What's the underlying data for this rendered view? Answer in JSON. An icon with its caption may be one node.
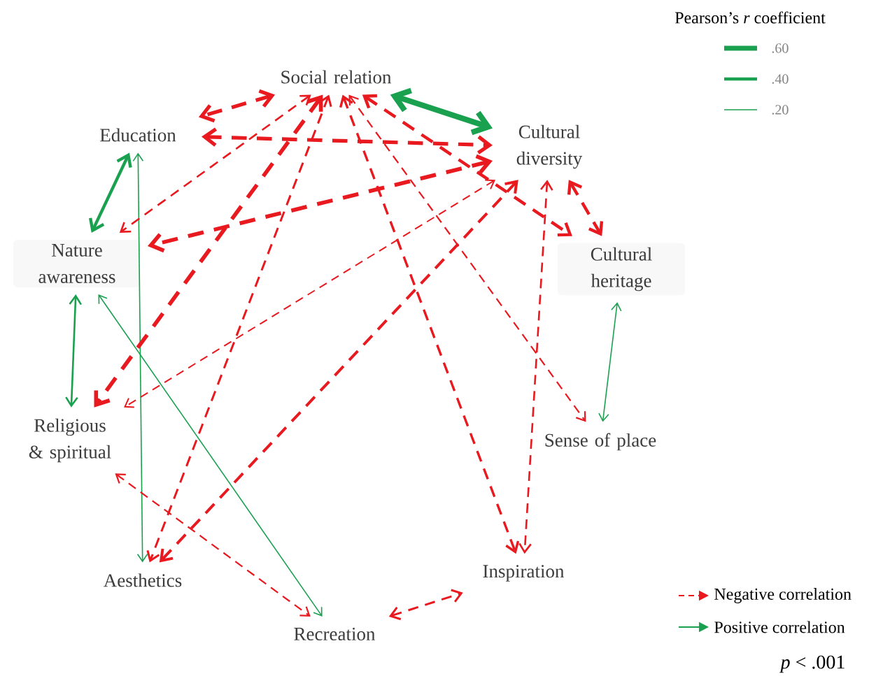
{
  "diagram": {
    "nodes": [
      {
        "text": [
          "Social relation"
        ]
      },
      {
        "text": [
          "Education"
        ]
      },
      {
        "text": [
          "Cultural diversity"
        ]
      },
      {
        "text": [
          "Nature awareness"
        ]
      },
      {
        "text": [
          "Cultural heritage"
        ]
      },
      {
        "text": [
          "Religious & spiritual"
        ]
      },
      {
        "text": [
          "Sense of place"
        ]
      },
      {
        "text": [
          "Aesthetics"
        ]
      },
      {
        "text": [
          "Inspiration"
        ]
      },
      {
        "text": [
          "Recreation"
        ]
      }
    ],
    "edges": [
      {
        "from": 0,
        "to": 1,
        "arrow": "both",
        "style": "dashed"
      },
      {
        "from": 0,
        "to": 2,
        "arrow": "both",
        "style": "thick",
        "color": "#1aa150"
      },
      {
        "from": 1,
        "to": 2,
        "arrow": "both",
        "style": "dashed"
      },
      {
        "from": 1,
        "to": 3,
        "arrow": "both",
        "color": "#1aa150"
      },
      {
        "from": 1,
        "to": 7,
        "arrow": "both",
        "color": "#1aa150"
      },
      {
        "from": 0,
        "to": 3,
        "arrow": "both",
        "style": "dashed"
      },
      {
        "from": 0,
        "to": 5,
        "arrow": "both",
        "style": "dashed"
      },
      {
        "from": 0,
        "to": 7,
        "arrow": "both",
        "style": "dashed"
      },
      {
        "from": 0,
        "to": 8,
        "arrow": "both",
        "style": "dashed"
      },
      {
        "from": 0,
        "to": 6,
        "arrow": "both",
        "style": "dashed"
      },
      {
        "from": 0,
        "to": 4,
        "arrow": "both",
        "style": "dashed"
      },
      {
        "from": 2,
        "to": 3,
        "arrow": "both",
        "style": "dashed"
      },
      {
        "from": 2,
        "to": 5,
        "arrow": "both",
        "style": "dashed"
      },
      {
        "from": 2,
        "to": 7,
        "arrow": "both",
        "style": "dashed"
      },
      {
        "from": 2,
        "to": 8,
        "arrow": "both",
        "style": "dashed"
      },
      {
        "from": 2,
        "to": 4,
        "arrow": "both",
        "style": "dashed"
      },
      {
        "from": 3,
        "to": 5,
        "arrow": "both",
        "color": "#1aa150"
      },
      {
        "from": 3,
        "to": 9,
        "arrow": "both",
        "color": "#1aa150"
      },
      {
        "from": 4,
        "to": 6,
        "arrow": "both",
        "color": "#1aa150"
      },
      {
        "from": 5,
        "to": 9,
        "arrow": "both",
        "style": "dashed"
      },
      {
        "from": 9,
        "to": 8,
        "arrow": "both",
        "style": "dashed"
      }
    ],
    "labels": [
      "Pearson’s *r* coefficient",
      "*p* < .001"
    ],
    "legend": [
      {
        "text": ".60"
      },
      {
        "text": ".40"
      },
      {
        "text": ".20"
      },
      {
        "text": "Negative correlation"
      },
      {
        "text": "Positive correlation"
      }
    ]
  }
}
